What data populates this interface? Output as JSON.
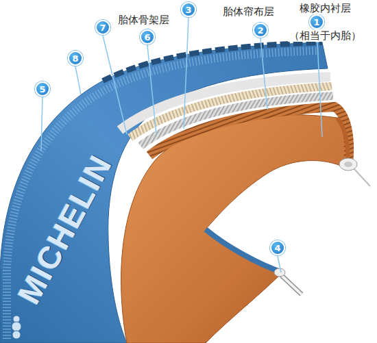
{
  "diagram": {
    "nodes": [
      {
        "text": [
          "3"
        ]
      },
      {
        "text": [
          "1"
        ]
      },
      {
        "text": [
          "7"
        ]
      },
      {
        "text": [
          "2"
        ]
      },
      {
        "text": [
          "6"
        ]
      },
      {
        "text": [
          "8"
        ]
      },
      {
        "text": [
          "5"
        ]
      },
      {
        "text": [
          "4"
        ]
      }
    ],
    "labels": [
      "胎体骨架层",
      "胎体帘布层",
      "橡胶内衬层",
      "（相当于内胎）",
      "MICHELIN"
    ]
  }
}
